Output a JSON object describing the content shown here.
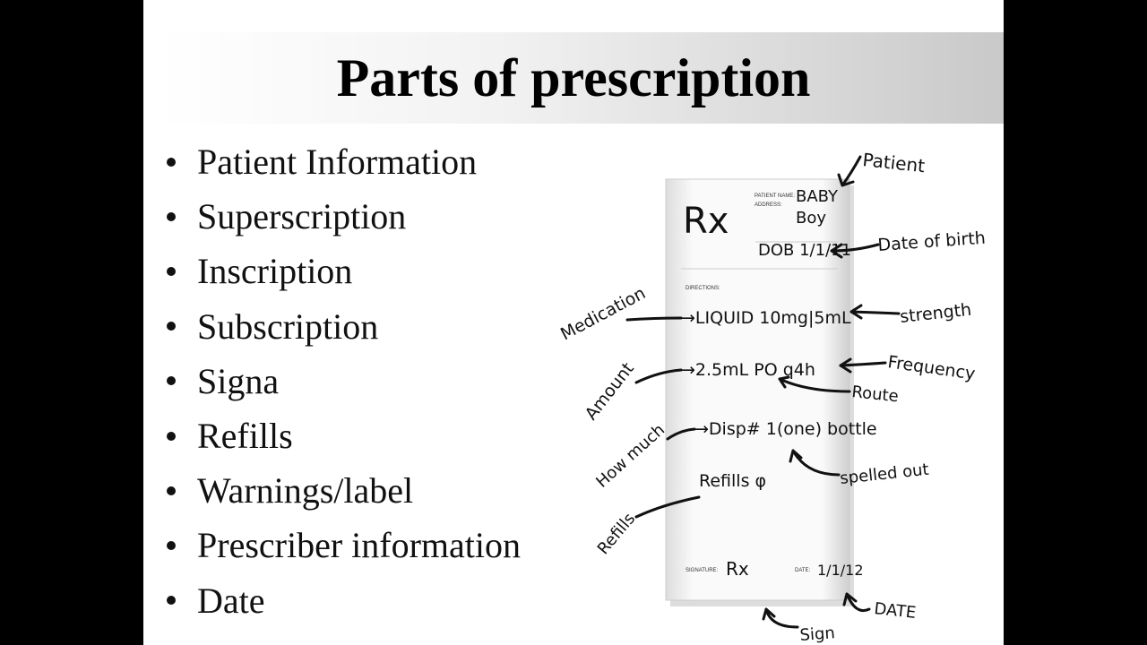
{
  "slide": {
    "title": "Parts of prescription",
    "bullets": [
      "Patient Information",
      "Superscription",
      "Inscription",
      "Subscription",
      "Signa",
      "Refills",
      "Warnings/label",
      "Prescriber information",
      "Date"
    ]
  },
  "rx_pad": {
    "rx_symbol": "Rx",
    "printed_labels": {
      "patient_name": "PATIENT NAME:",
      "address": "ADDRESS:",
      "directions": "DIRECTIONS:",
      "signature": "SIGNATURE:",
      "date": "DATE:"
    },
    "handwritten": {
      "patient_line1": "BABY",
      "patient_line2": "Boy",
      "dob": "DOB 1/1/11",
      "medication": "→LIQUID 10mg|5mL",
      "amount": "→2.5mL PO q4h",
      "dispense": "→Disp# 1(one) bottle",
      "refills": "Refills φ",
      "signature": "Rx",
      "date": "1/1/12"
    }
  },
  "annotations": {
    "patient": "Patient",
    "date_of_birth": "Date of birth",
    "medication": "Medication",
    "strength": "strength",
    "amount": "Amount",
    "frequency": "Frequency",
    "route": "Route",
    "how_much": "How much",
    "spelled_out": "spelled out",
    "refills": "Refills",
    "sign": "Sign",
    "date": "DATE"
  }
}
